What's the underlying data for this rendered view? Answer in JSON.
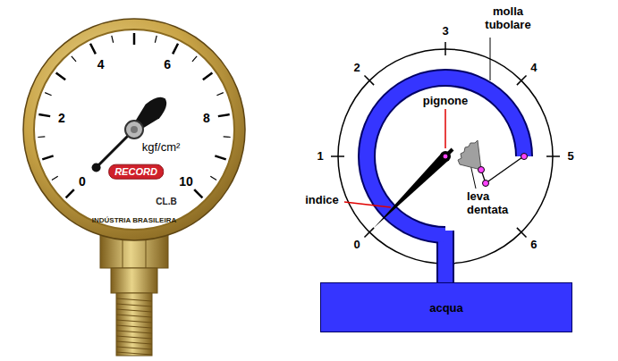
{
  "diagram": {
    "nodes": [
      {
        "text": [
          "acqua"
        ]
      }
    ],
    "labels": [
      "4",
      "6",
      "2",
      "8",
      "0",
      "10",
      "kgf/cm²",
      "RECORD",
      "CL.B",
      "INDÚSTRIA BRASILEIRA",
      "3",
      "molla tubolare",
      "2",
      "4",
      "pignone",
      "1",
      "5",
      "leva dentata",
      "indice",
      "0",
      "6"
    ]
  }
}
